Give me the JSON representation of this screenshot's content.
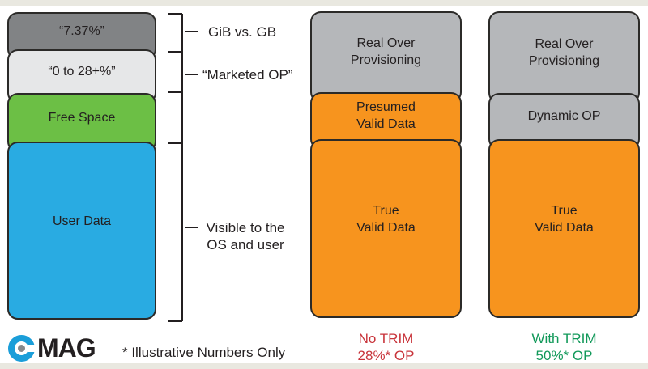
{
  "colors": {
    "strip": "#e9e8e0",
    "outline": "#2b2a28",
    "text": "#231f20",
    "logo_blue": "#1b9ed9",
    "logo_dot": "#87898c"
  },
  "columns": [
    {
      "name": "marketed-capacity",
      "segments": [
        {
          "label": "“7.37%”",
          "color": "#818385"
        },
        {
          "label": "“0 to 28+%”",
          "color": "#e6e7e8"
        },
        {
          "label": "Free Space",
          "color": "#6cbf45"
        },
        {
          "label": "User Data",
          "color": "#29abe2"
        }
      ]
    },
    {
      "name": "no-trim",
      "segments": [
        {
          "label": "Real Over\nProvisioning",
          "color": "#b5b7ba"
        },
        {
          "label": "Presumed\nValid Data",
          "color": "#f7941e"
        },
        {
          "label": "True\nValid Data",
          "color": "#f7941e"
        }
      ],
      "caption": {
        "text": "No TRIM\n28%* OP",
        "color": "#c8333a"
      }
    },
    {
      "name": "with-trim",
      "segments": [
        {
          "label": "Real Over\nProvisioning",
          "color": "#b5b7ba"
        },
        {
          "label": "Dynamic OP",
          "color": "#b5b7ba"
        },
        {
          "label": "True\nValid Data",
          "color": "#f7941e"
        }
      ],
      "caption": {
        "text": "With TRIM\n50%* OP",
        "color": "#12995a"
      }
    }
  ],
  "annotations": {
    "gib": "GiB vs. GB",
    "marketed_op": "“Marketed OP”",
    "visible": "Visible to the\nOS and user"
  },
  "footnote": "* Illustrative Numbers Only",
  "logo": {
    "text": "MAG"
  }
}
